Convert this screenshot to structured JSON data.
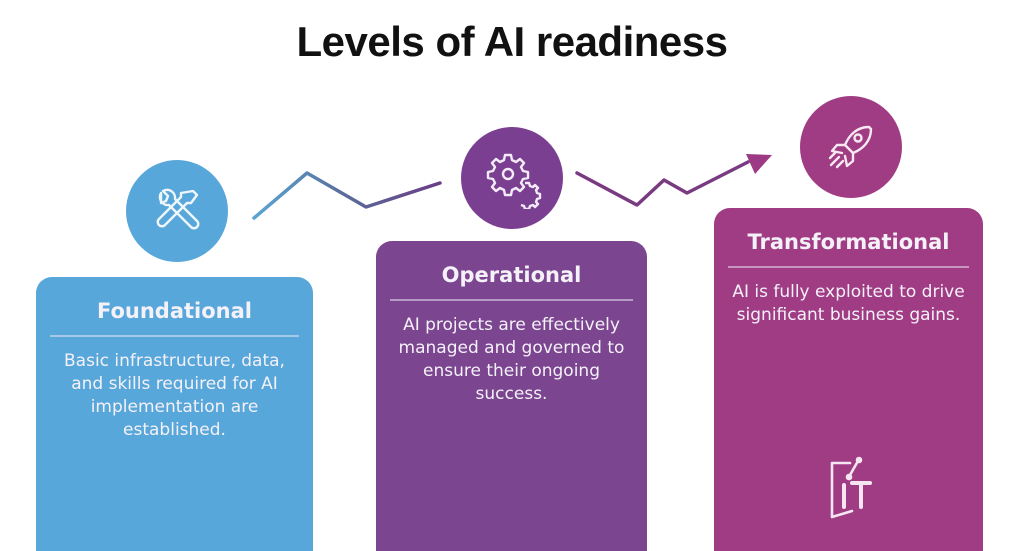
{
  "title": "Levels of AI readiness",
  "colors": {
    "foundational": "#58a7da",
    "operational": "#7b4590",
    "transformational": "#a03c84",
    "text_light": "#f4f1f8",
    "title": "#111111"
  },
  "levels": [
    {
      "heading": "Foundational",
      "icon": "tools-icon",
      "description": "Basic infrastructure, data, and skills required for AI implementation are established."
    },
    {
      "heading": "Operational",
      "icon": "gears-icon",
      "description": "AI projects are effectively managed and governed to ensure their ongoing success."
    },
    {
      "heading": "Transformational",
      "icon": "rocket-icon",
      "description": "AI is fully exploited to drive significant business gains."
    }
  ],
  "logo": {
    "text": "iT",
    "icon": "it-logo-icon"
  }
}
